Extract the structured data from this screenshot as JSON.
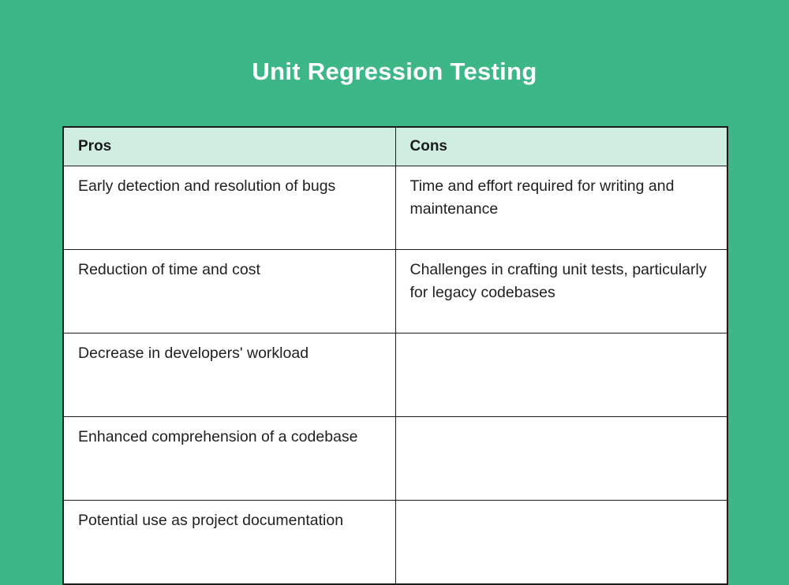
{
  "page": {
    "title": "Unit Regression Testing"
  },
  "colors": {
    "background": "#3db787",
    "header_row_bg": "#cfeee1",
    "cell_bg": "#ffffff",
    "border": "#1c1c1c",
    "title_text": "#ffffff",
    "body_text": "#212121"
  },
  "chart_data": {
    "type": "table",
    "title": "Unit Regression Testing",
    "columns": [
      "Pros",
      "Cons"
    ],
    "rows": [
      [
        "Early detection and resolution of bugs",
        "Time and effort required for writing and maintenance"
      ],
      [
        "Reduction of time and cost",
        "Challenges in crafting unit tests, particularly for legacy codebases"
      ],
      [
        "Decrease in developers' workload",
        ""
      ],
      [
        "Enhanced comprehension of a codebase",
        ""
      ],
      [
        "Potential use as project documentation",
        ""
      ]
    ],
    "layout": {
      "header_bold": true,
      "grid": "all-borders",
      "column_split": "50/50"
    }
  }
}
